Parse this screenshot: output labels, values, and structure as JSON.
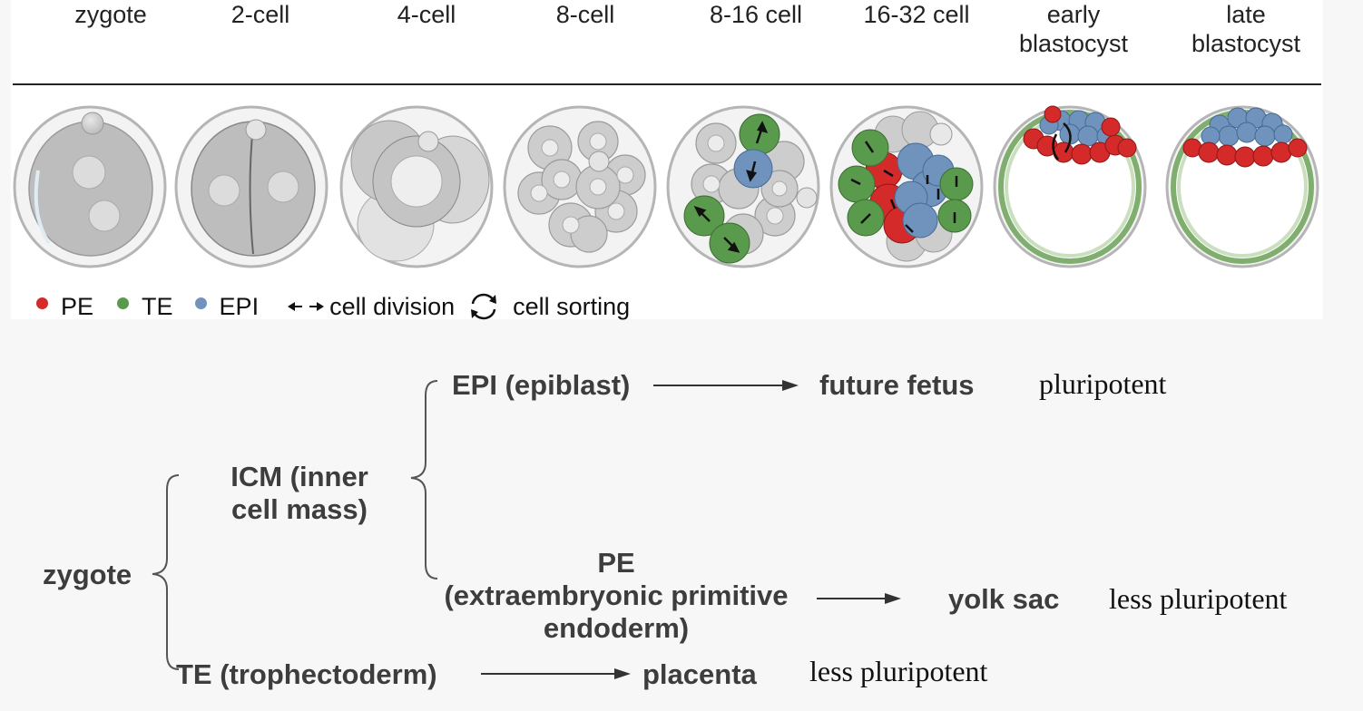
{
  "stages": [
    {
      "line1": "",
      "line2": "zygote"
    },
    {
      "line1": "",
      "line2": "2-cell"
    },
    {
      "line1": "",
      "line2": "4-cell"
    },
    {
      "line1": "",
      "line2": "8-cell"
    },
    {
      "line1": "",
      "line2": "8-16 cell"
    },
    {
      "line1": "",
      "line2": "16-32 cell"
    },
    {
      "line1": "early",
      "line2": "blastocyst"
    },
    {
      "line1": "late",
      "line2": "blastocyst"
    }
  ],
  "legend": {
    "pe": "PE",
    "te": "TE",
    "epi": "EPI",
    "division": "cell division",
    "sorting": "cell sorting"
  },
  "colors": {
    "pe": "#d42a2a",
    "te": "#5a9a4c",
    "epi": "#6f93bc",
    "cell_gray": "#c9c9c9",
    "text_dark": "#3d3d3d"
  },
  "lineage": {
    "zygote": "zygote",
    "icm_line1": "ICM (inner",
    "icm_line2": "cell mass)",
    "epi": "EPI (epiblast)",
    "pe_line1": "PE",
    "pe_line2": "(extraembryonic primitive",
    "pe_line3": "endoderm)",
    "te": "TE (trophectoderm)",
    "fetus": "future fetus",
    "yolk": "yolk sac",
    "placenta": "placenta",
    "pot_epi": "pluripotent",
    "pot_pe": "less pluripotent",
    "pot_te": "less pluripotent"
  }
}
